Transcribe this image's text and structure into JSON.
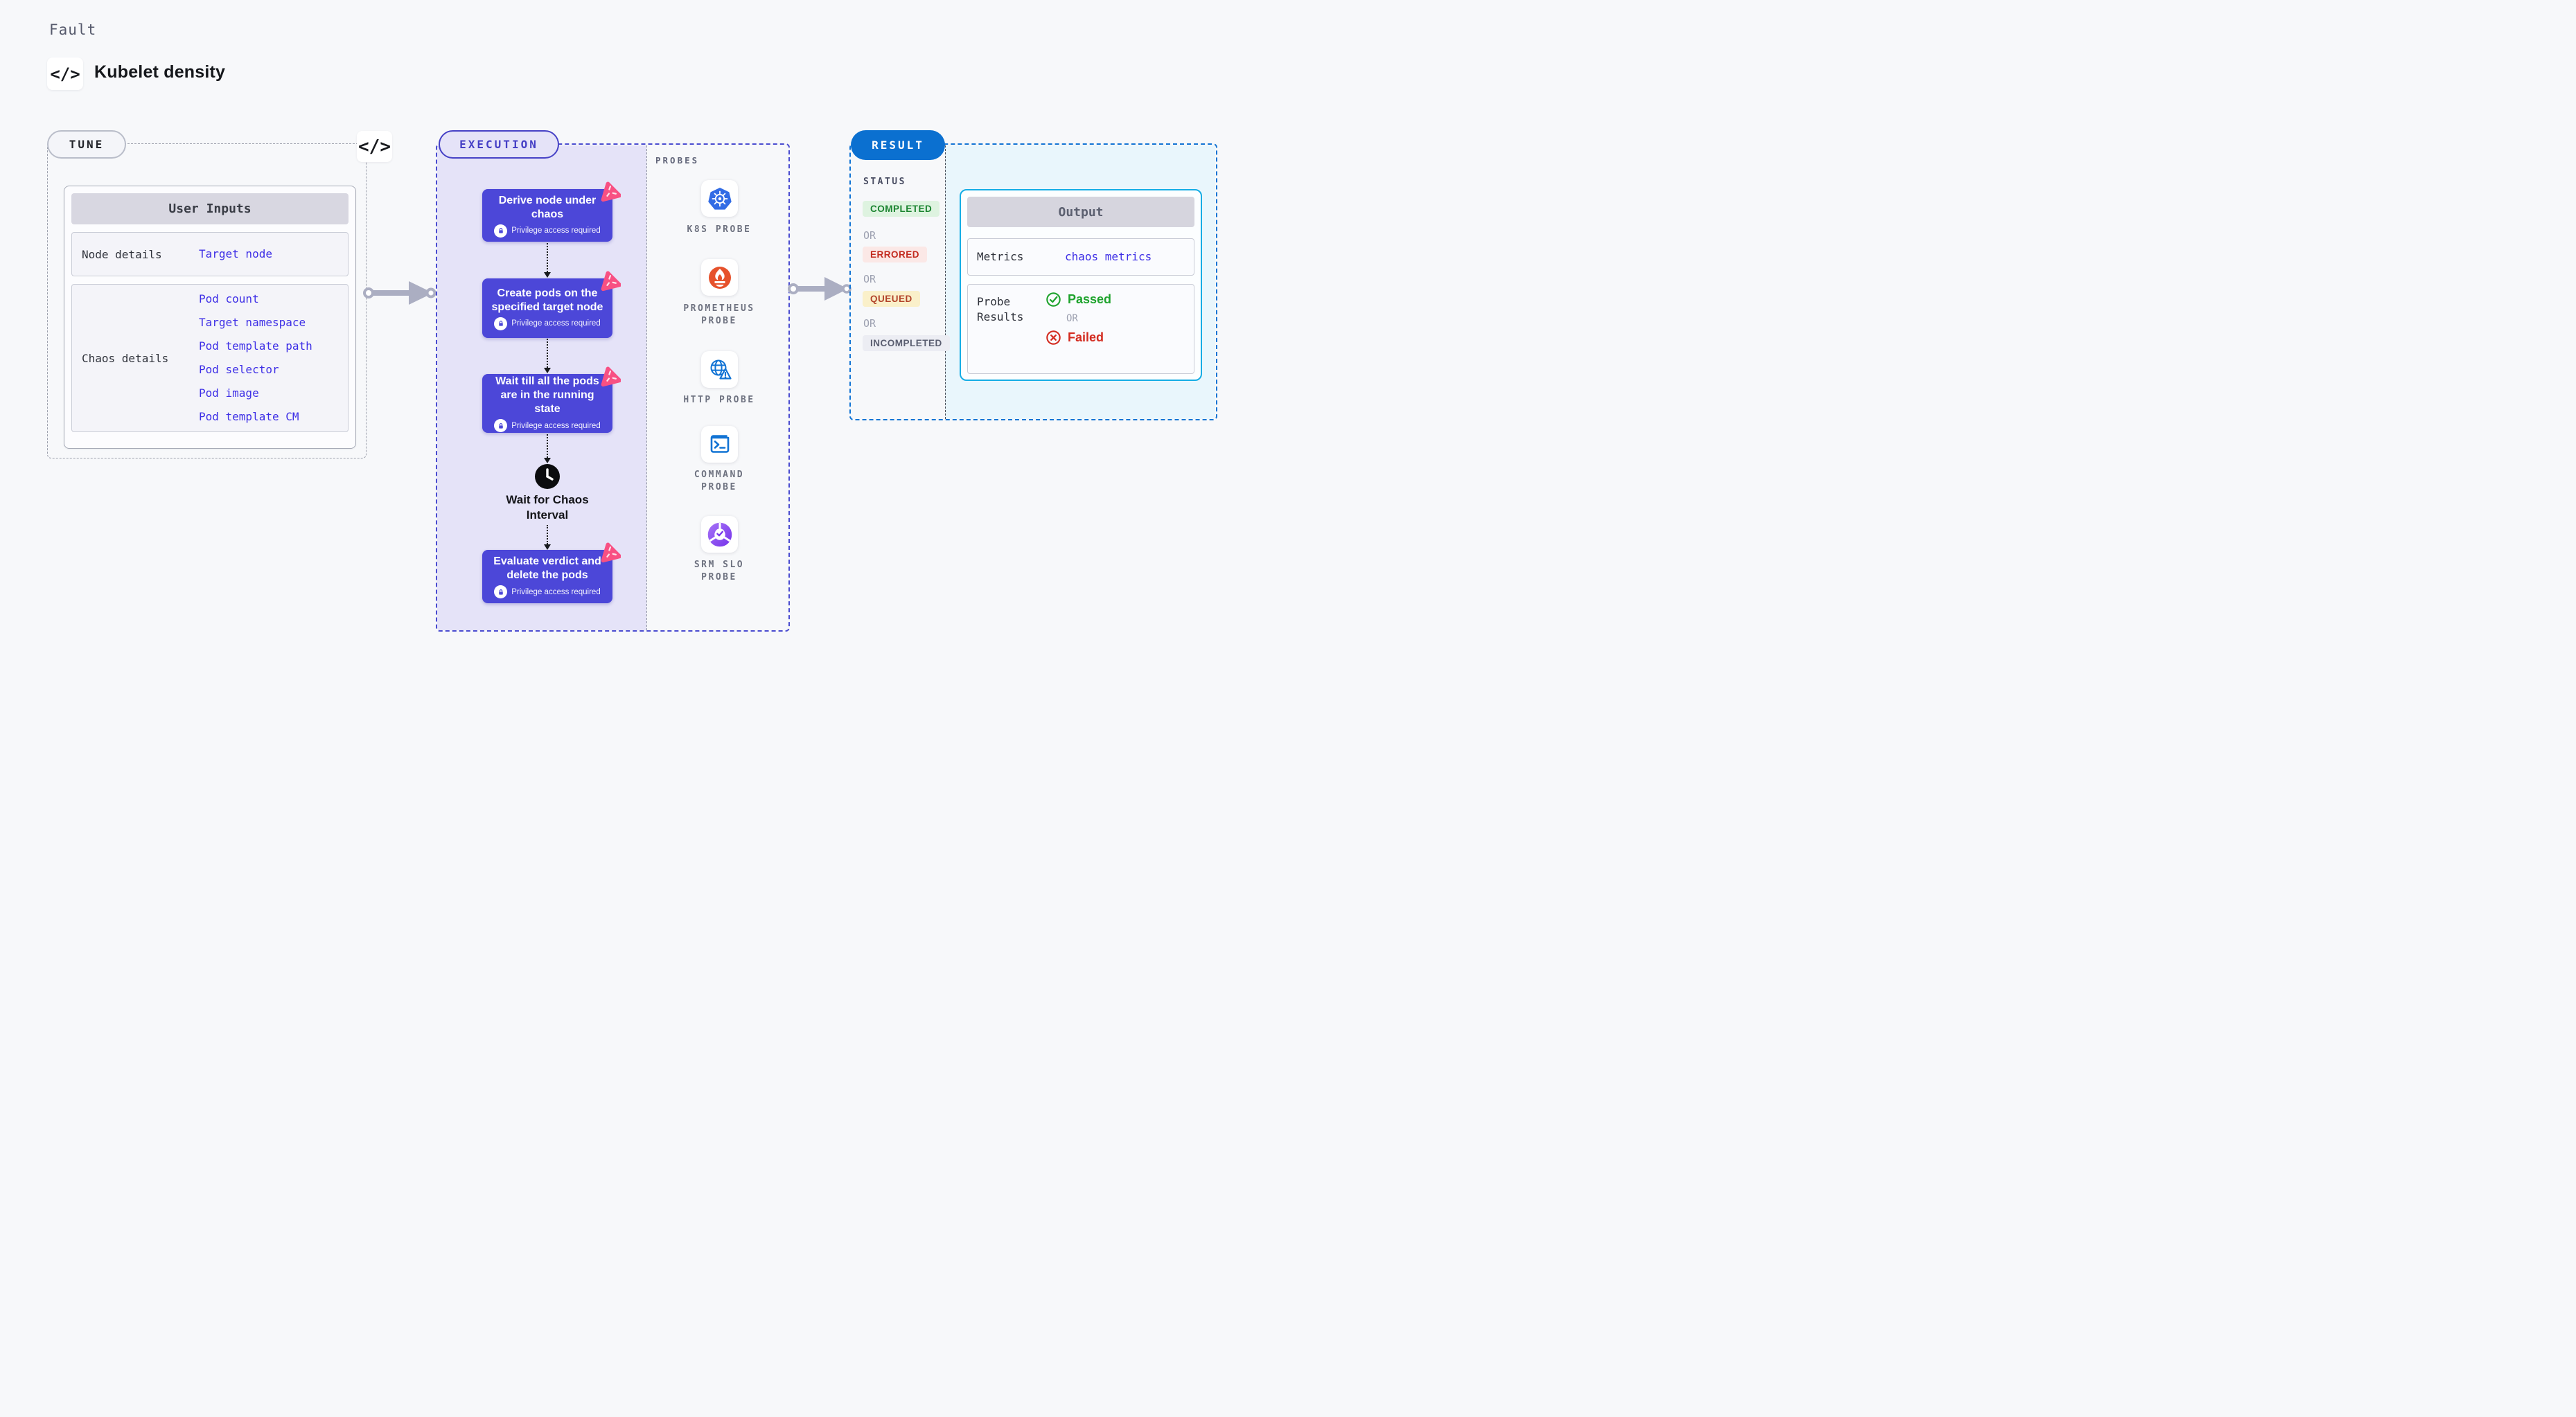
{
  "header": {
    "eyebrow": "Fault",
    "title": "Kubelet density",
    "code_icon": "</>"
  },
  "tune": {
    "label": "TUNE",
    "code_icon": "</>",
    "user_inputs": {
      "title": "User Inputs",
      "rows": [
        {
          "label": "Node details",
          "values": [
            "Target node"
          ]
        },
        {
          "label": "Chaos details",
          "values": [
            "Pod count",
            "Target namespace",
            "Pod template path",
            "Pod selector",
            "Pod image",
            "Pod template CM"
          ]
        }
      ]
    }
  },
  "execution": {
    "label": "EXECUTION",
    "steps": [
      {
        "title": "Derive node under chaos",
        "note": "Privilege access required"
      },
      {
        "title": "Create pods on the specified target node",
        "note": "Privilege access required"
      },
      {
        "title": "Wait till all the pods are in the running state",
        "note": "Privilege access required"
      },
      {
        "title": "Evaluate verdict and delete the pods",
        "note": "Privilege access required"
      }
    ],
    "wait_step": {
      "title": "Wait for Chaos Interval"
    },
    "probes": {
      "label": "PROBES",
      "items": [
        {
          "name": "K8S PROBE",
          "icon": "kubernetes-icon"
        },
        {
          "name": "PROMETHEUS PROBE",
          "icon": "prometheus-icon"
        },
        {
          "name": "HTTP PROBE",
          "icon": "http-globe-warning-icon"
        },
        {
          "name": "COMMAND PROBE",
          "icon": "terminal-icon"
        },
        {
          "name": "SRM SLO PROBE",
          "icon": "slo-donut-check-icon"
        }
      ]
    }
  },
  "result": {
    "label": "RESULT",
    "status": {
      "label": "STATUS",
      "or_label": "OR",
      "items": [
        {
          "text": "COMPLETED",
          "color": "#1B8430",
          "bg": "#DEF3E0"
        },
        {
          "text": "ERRORED",
          "color": "#C22A1E",
          "bg": "#FBE8E6"
        },
        {
          "text": "QUEUED",
          "color": "#B2432A",
          "bg": "#FAF0CA"
        },
        {
          "text": "INCOMPLETED",
          "color": "#5A5E70",
          "bg": "#ECEDF3"
        }
      ]
    },
    "output": {
      "title": "Output",
      "metrics_label": "Metrics",
      "metrics_value": "chaos metrics",
      "probe_results_label": "Probe Results",
      "passed_label": "Passed",
      "or_label": "OR",
      "failed_label": "Failed"
    }
  },
  "colors": {
    "page_bg": "#F7F8FA",
    "step_card": "#4C47D8",
    "execution_lavender": "#E5E3F8",
    "execution_dash": "#4A4CD0",
    "result_dash": "#1274D4",
    "result_pill": "#0B70D0",
    "result_cyan_bg": "#E9F6FC",
    "output_border": "#15ADE5",
    "link_blue": "#3D2EE6",
    "arrow_gray": "#ABAEC2",
    "litmus_pink": "#F85083",
    "passed_green": "#1EA32D",
    "failed_red": "#D32B20",
    "kubernetes_blue": "#326CE5",
    "prometheus_orange": "#E6522C",
    "probe_icon_blue": "#1173D4",
    "slo_purple": "#7C3BEC"
  }
}
